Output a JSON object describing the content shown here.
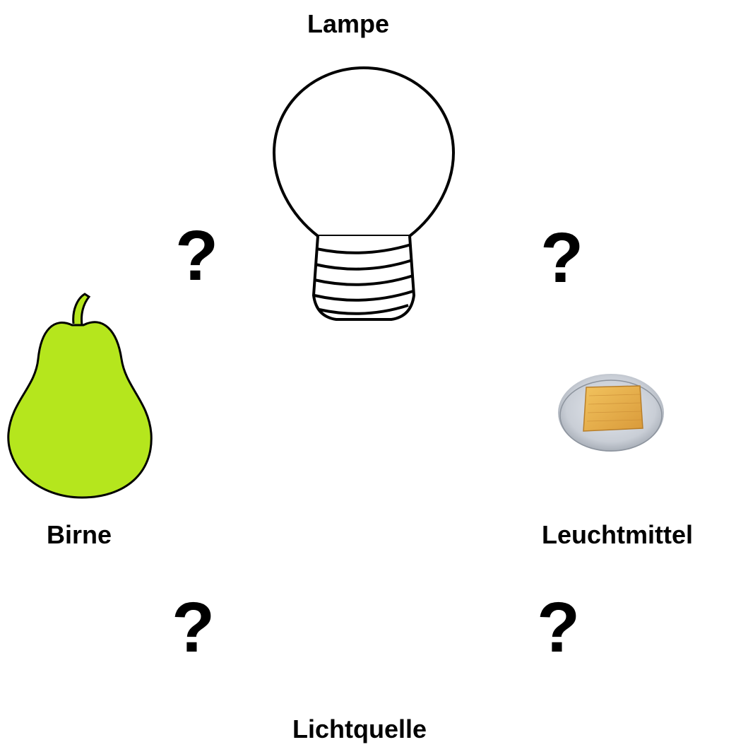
{
  "labels": {
    "top": "Lampe",
    "left": "Birne",
    "right": "Leuchtmittel",
    "bottom": "Lichtquelle"
  },
  "question_marks": [
    "?",
    "?",
    "?",
    "?"
  ],
  "icons": {
    "top": "light-bulb-icon",
    "left": "pear-icon",
    "right": "led-chip-icon"
  },
  "colors": {
    "text": "#000000",
    "pear_fill": "#b5e61d",
    "led_disc": "#c9ced6",
    "led_chip": "#e8b04a"
  }
}
